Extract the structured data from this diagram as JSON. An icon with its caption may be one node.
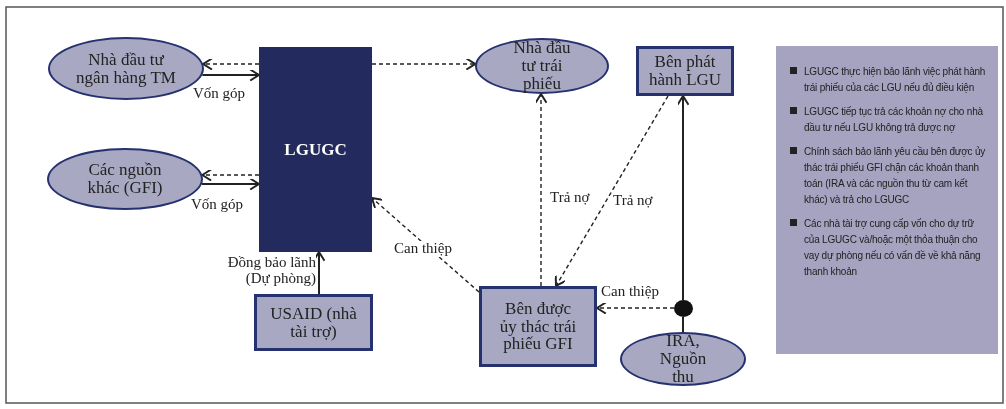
{
  "diagram": {
    "nodes": [
      {
        "text": [
          "Nhà đầu tư ngân hàng TM"
        ]
      },
      {
        "text": [
          "Các nguồn khác (GFI)"
        ]
      },
      {
        "text": [
          "LGUGC"
        ]
      },
      {
        "text": [
          "Nhà đầu tư trái phiếu"
        ]
      },
      {
        "text": [
          "Bên phát hành LGU"
        ]
      },
      {
        "text": [
          "USAID (nhà tài trợ)"
        ]
      },
      {
        "text": [
          "Bên được ủy thác trái phiếu GFI"
        ]
      },
      {
        "text": [
          "IRA, Nguồn thu"
        ]
      },
      {
        "text": [],
        "shape": "circle"
      }
    ],
    "edges": [
      {
        "from": 2,
        "to": 0,
        "arrow": "to",
        "style": "dashed"
      },
      {
        "from": 0,
        "to": 2,
        "arrow": "to",
        "label": "Vốn góp"
      },
      {
        "from": 2,
        "to": 1,
        "arrow": "to",
        "style": "dashed"
      },
      {
        "from": 1,
        "to": 2,
        "arrow": "to",
        "label": "Vốn góp"
      },
      {
        "from": 2,
        "to": 3,
        "arrow": "to",
        "style": "dashed"
      },
      {
        "from": 5,
        "to": 2,
        "arrow": "to",
        "label": "Đồng bảo lãnh (Dự phòng)"
      },
      {
        "from": 6,
        "to": 2,
        "arrow": "to",
        "style": "dashed",
        "label": "Can thiệp"
      },
      {
        "from": 6,
        "to": 3,
        "arrow": "to",
        "style": "dashed",
        "label": "Trả nợ"
      },
      {
        "from": 4,
        "to": 6,
        "arrow": "to",
        "style": "dashed",
        "label": "Trả nợ"
      },
      {
        "from": 7,
        "to": 8,
        "arrow": "none"
      },
      {
        "from": 8,
        "to": 4,
        "arrow": "to"
      },
      {
        "from": 8,
        "to": 6,
        "arrow": "to",
        "style": "dashed",
        "label": "Can thiệp"
      }
    ],
    "labels": [
      "LGUGC thực hiện bảo lãnh việc phát hành trái phiếu của các LGU nếu đủ điều kiện",
      "LGUGC tiếp tục trả các khoản nợ cho nhà đầu tư nếu LGU không trả được nợ",
      "Chính sách bảo lãnh yêu cầu bên được ủy thác trái phiếu GFI chặn các khoản thanh toán (IRA và các nguồn thu từ cam kết khác) và trả cho LGUGC",
      "Các nhà tài trợ cung cấp vốn cho dự trữ của LGUGC và/hoặc một thỏa thuận cho vay dự phòng nếu có vấn đề về khả năng thanh khoản"
    ]
  }
}
